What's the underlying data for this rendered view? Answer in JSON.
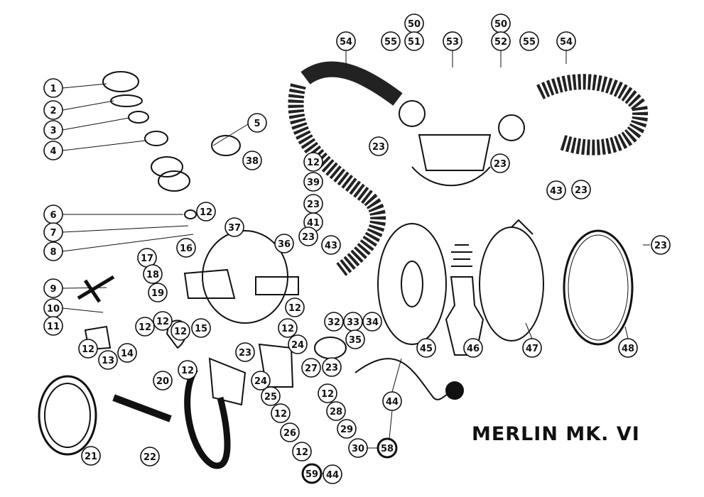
{
  "title": "MERLIN MK. VI",
  "callouts": [
    "1",
    "2",
    "3",
    "4",
    "5",
    "38",
    "12",
    "39",
    "23",
    "41",
    "6",
    "7",
    "8",
    "12",
    "37",
    "36",
    "23",
    "43",
    "17",
    "16",
    "18",
    "19",
    "9",
    "10",
    "11",
    "12",
    "13",
    "14",
    "12",
    "12",
    "12",
    "15",
    "12",
    "32",
    "33",
    "34",
    "35",
    "45",
    "46",
    "47",
    "48",
    "23",
    "23",
    "43",
    "54",
    "55",
    "50",
    "51",
    "53",
    "50",
    "52",
    "55",
    "54",
    "23",
    "23",
    "23",
    "12",
    "24",
    "27",
    "23",
    "12",
    "20",
    "24",
    "25",
    "12",
    "28",
    "12",
    "29",
    "26",
    "30",
    "58",
    "12",
    "59",
    "44",
    "44",
    "21",
    "22"
  ]
}
